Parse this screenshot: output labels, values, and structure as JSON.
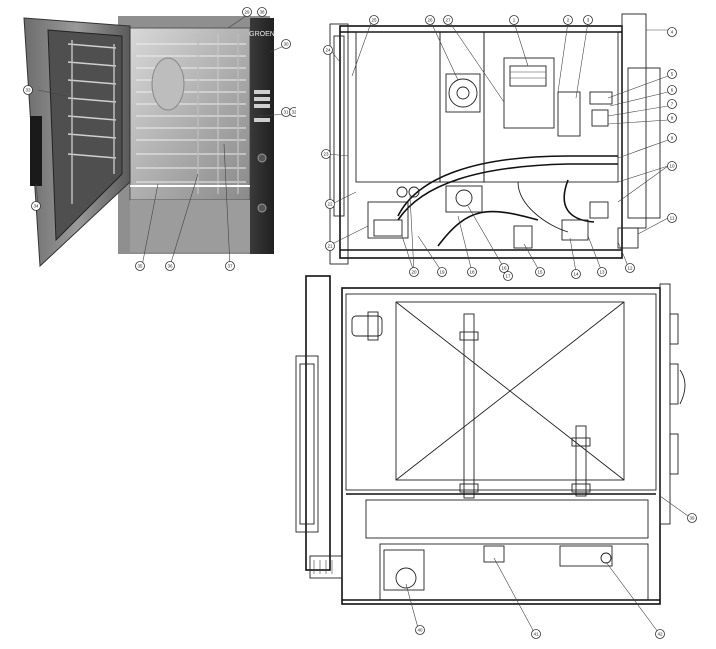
{
  "photo": {
    "brand": "GROEN",
    "callouts": [
      "29",
      "30",
      "31",
      "32",
      "33",
      "34",
      "35",
      "36",
      "37",
      "38"
    ]
  },
  "side_view": {
    "callouts": [
      "1",
      "2",
      "3",
      "4",
      "5",
      "6",
      "7",
      "8",
      "9",
      "10",
      "11",
      "12",
      "13",
      "14",
      "15",
      "16",
      "17",
      "18",
      "19",
      "20",
      "21",
      "22",
      "23",
      "24",
      "25",
      "26",
      "27",
      "28"
    ]
  },
  "front_view": {
    "callouts": [
      "39",
      "40",
      "41",
      "42"
    ]
  }
}
